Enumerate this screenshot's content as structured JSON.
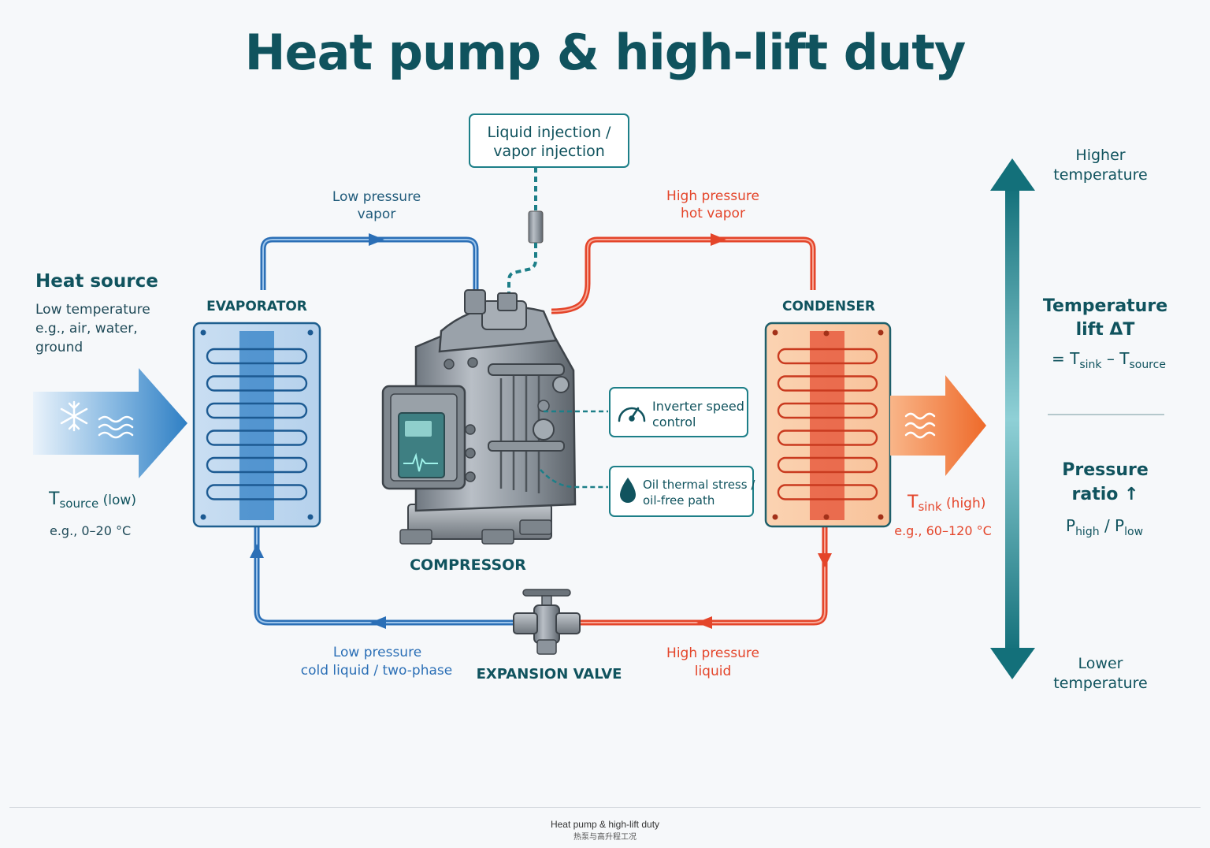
{
  "title": "Heat pump & high-lift duty",
  "injection_box": {
    "line1": "Liquid injection /",
    "line2": "vapor injection"
  },
  "flows": {
    "top_left": {
      "line1": "Low pressure",
      "line2": "vapor"
    },
    "top_right": {
      "line1": "High pressure",
      "line2": "hot vapor"
    },
    "bottom_left": {
      "line1": "Low pressure",
      "line2": "cold liquid / two-phase"
    },
    "bottom_right": {
      "line1": "High pressure",
      "line2": "liquid"
    }
  },
  "heat_source": {
    "title": "Heat source",
    "line1": "Low temperature",
    "line2": "e.g., air, water,",
    "line3": "ground",
    "temp_symbol": "T",
    "temp_sub": "source",
    "temp_suffix": " (low)",
    "temp_example": "e.g., 0–20 °C"
  },
  "heat_sink": {
    "temp_symbol": "T",
    "temp_sub": "sink",
    "temp_suffix": " (high)",
    "temp_example": "e.g., 60–120 °C"
  },
  "components": {
    "evaporator": "EVAPORATOR",
    "condenser": "CONDENSER",
    "compressor": "COMPRESSOR",
    "expansion_valve": "EXPANSION VALVE"
  },
  "callouts": {
    "inverter": {
      "line1": "Inverter speed",
      "line2": "control"
    },
    "oil": {
      "line1": "Oil thermal stress /",
      "line2": "oil-free path"
    }
  },
  "scale": {
    "top_line1": "Higher",
    "top_line2": "temperature",
    "bottom_line1": "Lower",
    "bottom_line2": "temperature"
  },
  "lift": {
    "title_line1": "Temperature",
    "title_line2": "lift ΔT",
    "eq_prefix": "= T",
    "eq_sub1": "sink",
    "eq_mid": " – T",
    "eq_sub2": "source"
  },
  "pressure": {
    "title_line1": "Pressure",
    "title_line2": "ratio ↑",
    "p1": "P",
    "p1_sub": "high",
    "slash": " / P",
    "p2_sub": "low"
  },
  "footer": {
    "title": "Heat pump & high-lift duty",
    "subtitle": "热泵与高升程工况"
  },
  "colors": {
    "teal_dark": "#10535e",
    "teal": "#1d7f88",
    "cold_blue": "#2b6fb6",
    "hot_red": "#e4452a",
    "hot_orange": "#f0773a"
  }
}
